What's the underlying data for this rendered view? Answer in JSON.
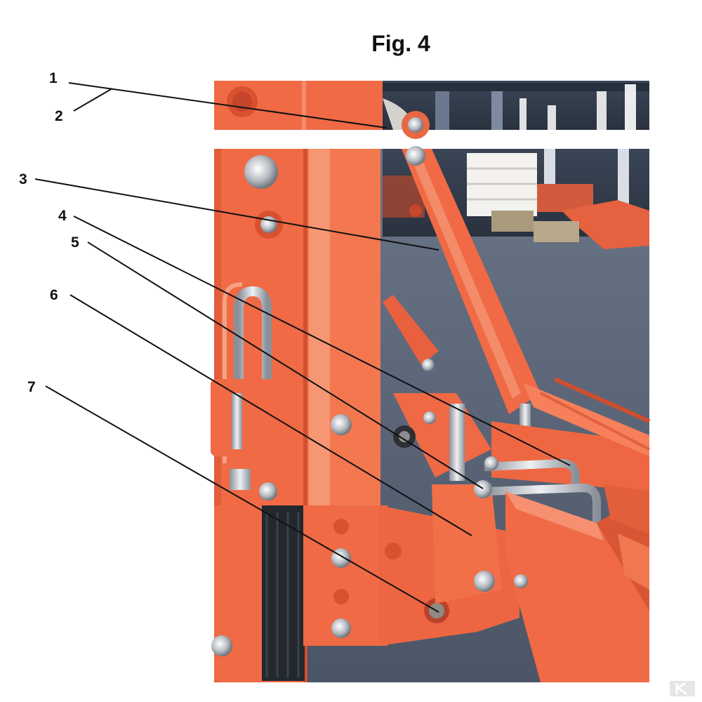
{
  "figure": {
    "title": "Fig. 4"
  },
  "callouts": [
    {
      "label": "1"
    },
    {
      "label": "2"
    },
    {
      "label": "3"
    },
    {
      "label": "4"
    },
    {
      "label": "5"
    },
    {
      "label": "6"
    },
    {
      "label": "7"
    }
  ],
  "colors": {
    "frame_orange": "#f06a45",
    "frame_light": "#f48a68",
    "frame_dark": "#c9492a",
    "floor": "#5a6678",
    "background_dark": "#2c3442",
    "steel": "#c8ccd2",
    "leader_line": "#111111"
  },
  "watermark": {
    "icon": "k-logo-icon"
  }
}
